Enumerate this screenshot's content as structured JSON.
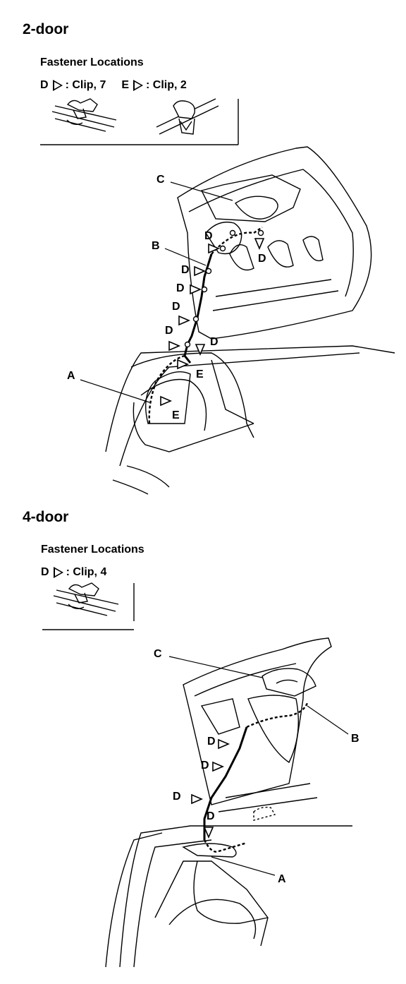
{
  "two_door": {
    "title": "2-door",
    "fastener_title": "Fastener Locations",
    "legend": [
      {
        "letter": "D",
        "text": ": Clip, 7"
      },
      {
        "letter": "E",
        "text": ": Clip, 2"
      }
    ],
    "callouts": {
      "a": "A",
      "b": "B",
      "c": "C",
      "d": "D",
      "e": "E"
    }
  },
  "four_door": {
    "title": "4-door",
    "fastener_title": "Fastener Locations",
    "legend": [
      {
        "letter": "D",
        "text": ": Clip, 4"
      }
    ],
    "callouts": {
      "a": "A",
      "b": "B",
      "c": "C",
      "d": "D"
    }
  }
}
